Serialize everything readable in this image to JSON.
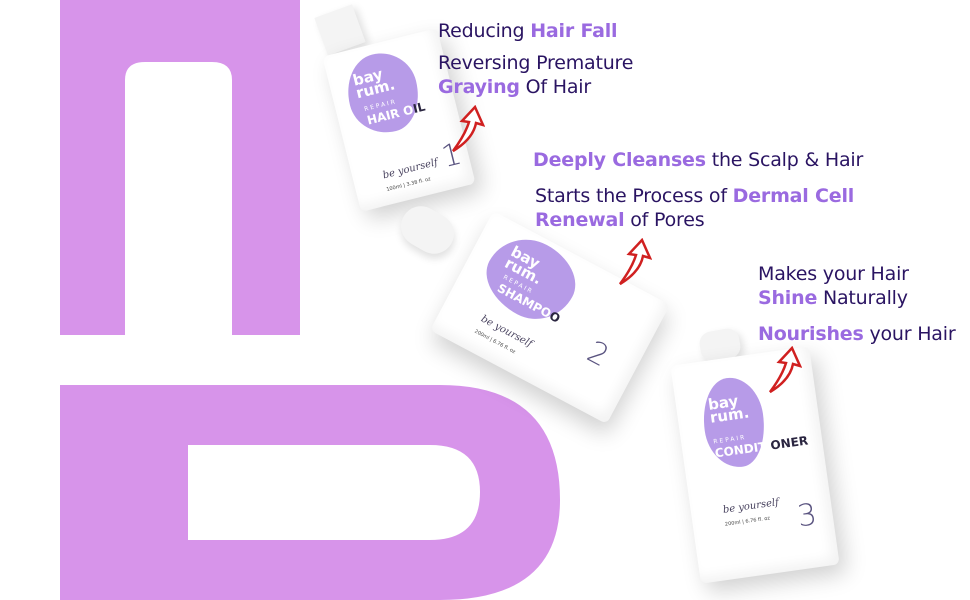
{
  "colors": {
    "brand_purple": "#d58ee9",
    "highlight": "#9a6ae0",
    "text": "#2a1462",
    "arrow": "#d02020"
  },
  "benefits": [
    {
      "pre": "Reducing ",
      "hl": "Hair Fall",
      "post": ""
    },
    {
      "line1": "Reversing Premature",
      "hl": "Graying",
      "post": " Of Hair"
    },
    {
      "hl": "Deeply Cleanses",
      "post": " the Scalp & Hair"
    },
    {
      "line1_pre": "Starts the Process of ",
      "line1_hl": "Dermal Cell",
      "hl": "Renewal",
      "post": " of Pores"
    },
    {
      "line1": "Makes your Hair",
      "hl": "Shine",
      "post": " Naturally"
    },
    {
      "hl": "Nourishes",
      "post": " your Hair"
    }
  ],
  "products": [
    {
      "brand": "bay rum.",
      "type": "REPAIR",
      "name_a": "HAIR O",
      "name_b": "IL",
      "number": "1",
      "signature": "be yourself",
      "volume": "100ml | 3.38 fl. oz"
    },
    {
      "brand": "bay rum.",
      "type": "REPAIR",
      "name_a": "SHAMPO",
      "name_b": "O",
      "number": "2",
      "signature": "be yourself",
      "volume": "200ml | 6.76 fl. oz"
    },
    {
      "brand": "bay rum.",
      "type": "REPAIR",
      "name_a": "CONDITI",
      "name_b": "ONER",
      "number": "3",
      "signature": "be yourself",
      "volume": "200ml | 6.76 fl. oz"
    }
  ]
}
